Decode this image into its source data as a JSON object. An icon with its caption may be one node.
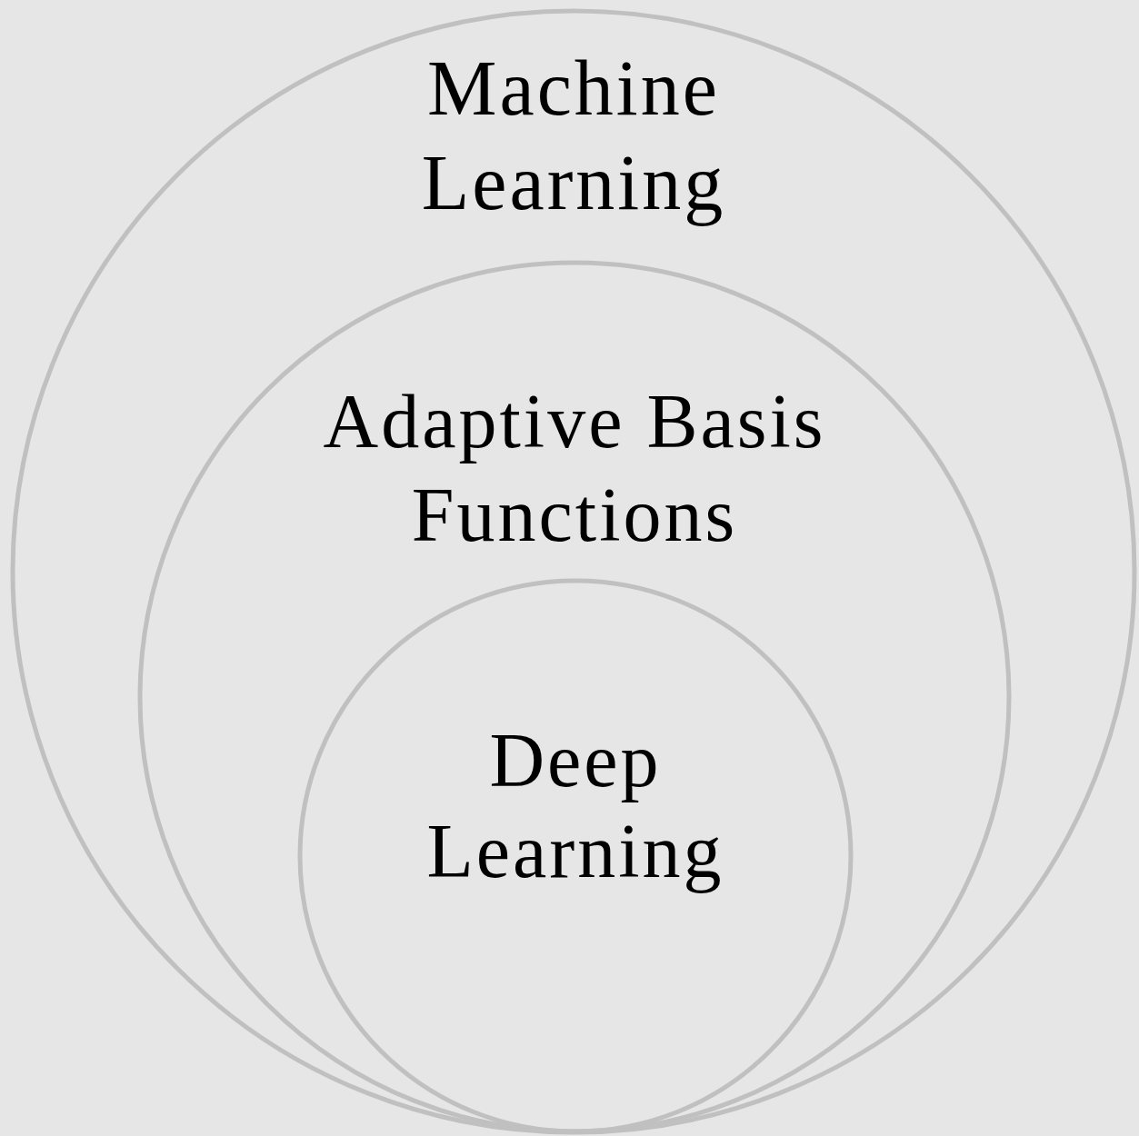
{
  "diagram": {
    "nodes": [
      {
        "text": [
          "Machine Learning"
        ]
      },
      {
        "text": [
          "Adaptive Basis Functions"
        ],
        "in": 0
      },
      {
        "text": [
          "Deep Learning"
        ],
        "in": 1
      }
    ]
  }
}
